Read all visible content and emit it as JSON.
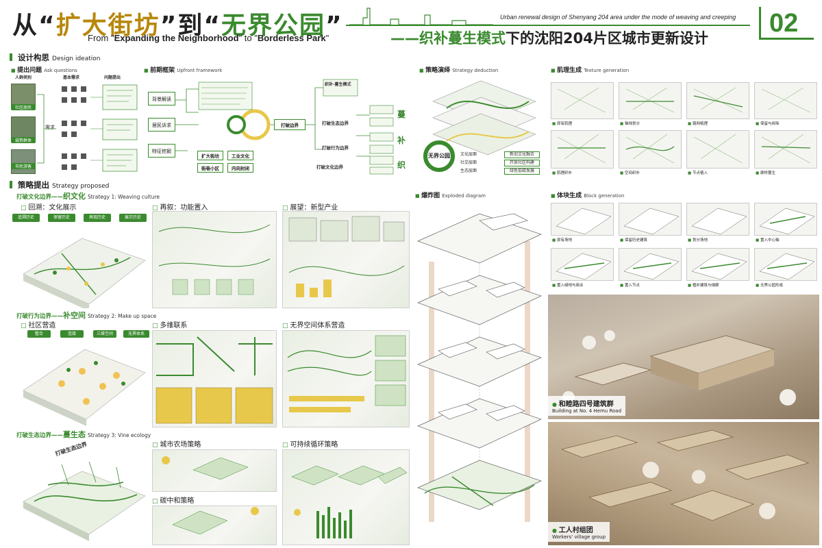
{
  "header": {
    "title_cn_pre": "从“",
    "title_cn_a": "扩大街坊",
    "title_cn_mid": "”到“",
    "title_cn_b": "无界公园",
    "title_cn_post": "”",
    "title_en_pre": "From \"",
    "title_en_a": "Expanding the Neighborhood",
    "title_en_mid": "\" to \"",
    "title_en_b": "Borderless Park",
    "title_en_post": "\"",
    "subtitle_en": "Urban renewal design of Shenyang 204 area under the mode of weaving and creeping",
    "subtitle_cn_a": "——织补蔓生模式",
    "subtitle_cn_b": "下的沈阳204片区城市更新设计",
    "page_number": "02"
  },
  "ideation": {
    "title_cn": "设计构思",
    "title_en": "Design ideation",
    "ask": {
      "title_cn": "提出问题",
      "title_en": "Ask questions",
      "col1": "人群类别",
      "col2": "基本需求",
      "col3": "问题提出",
      "groups": [
        "社区居民",
        "弱势群体",
        "市民游客"
      ],
      "mid_label": "需求",
      "question_count": 3
    },
    "framework": {
      "title_cn": "前期框架",
      "title_en": "Upfront framework",
      "nodes": [
        "背景解读",
        "居民诉求",
        "特征挖掘"
      ],
      "chips": [
        "扩大街坊",
        "工业文化",
        "街巷小区",
        "内向封闭"
      ],
      "center": [
        "打破边界",
        "打破生态边界",
        "打破行为边界",
        "打破文化边界"
      ],
      "mode": "织补-蔓生模式",
      "side_chars": [
        "蔓",
        "补",
        "织"
      ]
    }
  },
  "strategy_deduction": {
    "title_cn": "策略演绎",
    "title_en": "Strategy deduction",
    "circle_label": "无界公园",
    "layers": [
      "文化层面",
      "社交层面",
      "生态层面"
    ],
    "results": [
      "新旧文化融合",
      "开放社区构建",
      "绿色低碳发展"
    ]
  },
  "texture": {
    "title_cn": "肌理生成",
    "title_en": "Texture generation",
    "captions": [
      "原有肌理",
      "轴线划分",
      "路网梳理",
      "保留与拆除",
      "肌理织补",
      "空间织补",
      "节点植入",
      "廊桥蔓生"
    ]
  },
  "block": {
    "title_cn": "体块生成",
    "title_en": "Block generation",
    "captions": [
      "原有场地",
      "保留历史建筑",
      "划分场地",
      "置入中心轴",
      "置入绿地与商业",
      "置入节点",
      "植补建筑与绿廊",
      "无界公园形成"
    ]
  },
  "strategy_proposed": {
    "title_cn": "策略提出",
    "title_en": "Strategy proposed",
    "s1": {
      "label": "打破文化边界——",
      "big": "织文化",
      "en": "Strategy 1: Weaving culture",
      "opts": [
        "回溯：文化展示",
        "再叙：功能置入",
        "展望：新型产业"
      ],
      "flow": [
        "追溯历史",
        "保留历史",
        "再现历史",
        "展示历史"
      ]
    },
    "s2": {
      "label": "打破行为边界——",
      "big": "补空间",
      "en": "Strategy 2: Make up space",
      "opts": [
        "社区营造",
        "多维联系",
        "无界空间体系营造"
      ],
      "tags": [
        "整合",
        "连接",
        "三维空间",
        "无界体系"
      ]
    },
    "s3": {
      "label": "打破生态边界——",
      "big": "蔓生态",
      "en": "Strategy 3: Vine ecology",
      "opts": [
        "城市农场策略",
        "碳中和策略",
        "可持续循环策略"
      ],
      "map_title": "打破生态边界"
    }
  },
  "exploded": {
    "title_cn": "爆炸图",
    "title_en": "Exploded diagram"
  },
  "photos": {
    "p1_cn": "和睦路四号建筑群",
    "p1_en": "Building at No. 4 Hemu Road",
    "p2_cn": "工人村组团",
    "p2_en": "Workers' village group"
  },
  "colors": {
    "accent": "#3a8a2e",
    "gold": "#b8870a"
  }
}
